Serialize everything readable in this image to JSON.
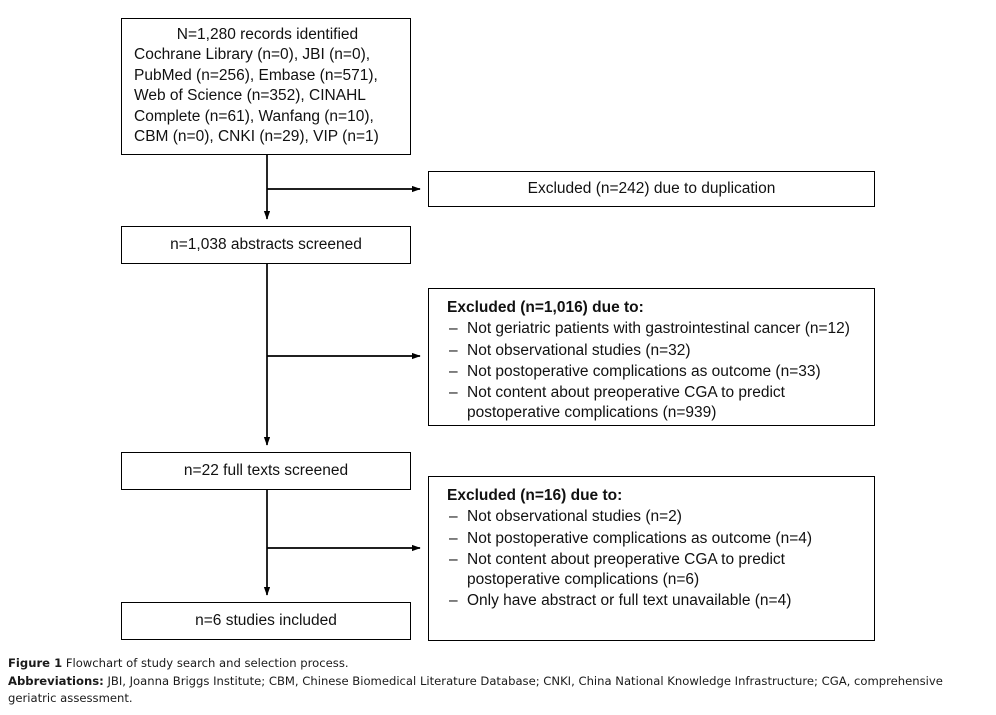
{
  "figure": {
    "type": "prisma-flowchart",
    "caption_label": "Figure 1",
    "caption_text": "Flowchart of study search and selection process.",
    "abbreviations_label": "Abbreviations:",
    "abbreviations_text": "JBI, Joanna Briggs Institute; CBM, Chinese Biomedical Literature Database; CNKI, China National Knowledge Infrastructure; CGA, comprehensive geriatric assessment."
  },
  "flow": {
    "identification": {
      "heading": "N=1,280 records identified",
      "sources_lines": [
        "Cochrane Library (n=0), JBI (n=0),",
        "PubMed (n=256), Embase (n=571),",
        "Web of Science (n=352), CINAHL",
        "Complete (n=61), Wanfang (n=10),",
        "CBM (n=0), CNKI (n=29), VIP (n=1)"
      ]
    },
    "screening": {
      "abstracts_label": "n=1,038 abstracts screened",
      "fulltext_label": "n=22 full texts screened",
      "included_label": "n=6 studies included"
    },
    "exclusions": [
      {
        "title": "Excluded (n=242) due to duplication",
        "bold_title": false,
        "reasons": []
      },
      {
        "title": "Excluded (n=1,016) due to:",
        "bold_title": true,
        "reasons": [
          "Not geriatric patients with gastrointestinal cancer (n=12)",
          "Not observational studies (n=32)",
          "Not postoperative complications as outcome (n=33)",
          "Not content about preoperative CGA to predict postoperative complications (n=939)"
        ]
      },
      {
        "title": "Excluded (n=16) due to:",
        "bold_title": true,
        "reasons": [
          "Not observational studies (n=2)",
          "Not postoperative complications as outcome (n=4)",
          "Not content about preoperative CGA to predict postoperative complications (n=6)",
          "Only have abstract or full text unavailable (n=4)"
        ]
      }
    ]
  },
  "chart_data": {
    "type": "diagram",
    "title": "Flowchart of study search and selection process",
    "stages": [
      {
        "stage": "records identified",
        "n": 1280
      },
      {
        "stage": "abstracts screened",
        "n": 1038
      },
      {
        "stage": "full texts screened",
        "n": 22
      },
      {
        "stage": "studies included",
        "n": 6
      }
    ],
    "sources": [
      {
        "name": "Cochrane Library",
        "n": 0
      },
      {
        "name": "JBI",
        "n": 0
      },
      {
        "name": "PubMed",
        "n": 256
      },
      {
        "name": "Embase",
        "n": 571
      },
      {
        "name": "Web of Science",
        "n": 352
      },
      {
        "name": "CINAHL Complete",
        "n": 61
      },
      {
        "name": "Wanfang",
        "n": 10
      },
      {
        "name": "CBM",
        "n": 0
      },
      {
        "name": "CNKI",
        "n": 29
      },
      {
        "name": "VIP",
        "n": 1
      }
    ],
    "exclusion_counts": [
      {
        "reason": "duplication",
        "n": 242
      },
      {
        "reason": "screening exclusions total",
        "n": 1016
      },
      {
        "reason": "Not geriatric patients with gastrointestinal cancer",
        "n": 12
      },
      {
        "reason": "Not observational studies (abstract stage)",
        "n": 32
      },
      {
        "reason": "Not postoperative complications as outcome (abstract stage)",
        "n": 33
      },
      {
        "reason": "Not content about preoperative CGA to predict postoperative complications (abstract stage)",
        "n": 939
      },
      {
        "reason": "full-text exclusions total",
        "n": 16
      },
      {
        "reason": "Not observational studies (full text stage)",
        "n": 2
      },
      {
        "reason": "Not postoperative complications as outcome (full text stage)",
        "n": 4
      },
      {
        "reason": "Not content about preoperative CGA to predict postoperative complications (full text stage)",
        "n": 6
      },
      {
        "reason": "Only have abstract or full text unavailable",
        "n": 4
      }
    ]
  }
}
